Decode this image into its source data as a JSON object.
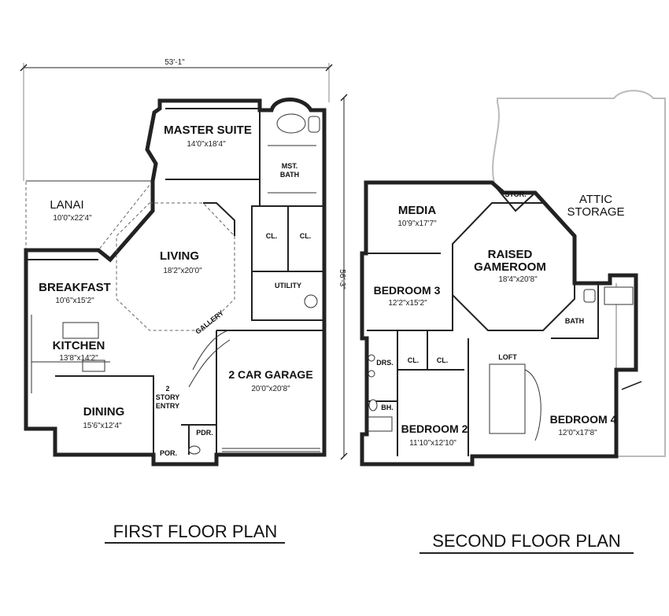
{
  "first_floor": {
    "caption": "FIRST FLOOR PLAN",
    "overall_width": "53'-1\"",
    "overall_depth": "56'-3\"",
    "rooms": {
      "master_suite": {
        "name": "MASTER SUITE",
        "size": "14'0\"x18'4\""
      },
      "mst_bath": {
        "line1": "MST.",
        "line2": "BATH"
      },
      "closet_a": {
        "name": "CL."
      },
      "closet_b": {
        "name": "CL."
      },
      "lanai": {
        "name": "LANAI",
        "size": "10'0\"x22'4\""
      },
      "living": {
        "name": "LIVING",
        "size": "18'2\"x20'0\""
      },
      "utility": {
        "name": "UTILITY"
      },
      "breakfast": {
        "name": "BREAKFAST",
        "size": "10'6\"x15'2\""
      },
      "gallery": {
        "name": "GALLERY"
      },
      "kitchen": {
        "name": "KITCHEN",
        "size": "13'8\"x14'2\""
      },
      "garage": {
        "name": "2 CAR GARAGE",
        "size": "20'0\"x20'8\""
      },
      "dining": {
        "name": "DINING",
        "size": "15'6\"x12'4\""
      },
      "entry": {
        "line1": "2",
        "line2": "STORY",
        "line3": "ENTRY"
      },
      "powder": {
        "name": "PDR."
      },
      "porch": {
        "name": "POR."
      }
    }
  },
  "second_floor": {
    "caption": "SECOND FLOOR PLAN",
    "rooms": {
      "media": {
        "name": "MEDIA",
        "size": "10'9\"x17'7\""
      },
      "storage": {
        "name": "STOR."
      },
      "attic": {
        "line1": "ATTIC",
        "line2": "STORAGE"
      },
      "gameroom": {
        "line1": "RAISED",
        "line2": "GAMEROOM",
        "size": "18'4\"x20'8\""
      },
      "bedroom3": {
        "name": "BEDROOM 3",
        "size": "12'2\"x15'2\""
      },
      "bath": {
        "name": "BATH"
      },
      "drs": {
        "name": "DRS."
      },
      "closet_a": {
        "name": "CL."
      },
      "closet_b": {
        "name": "CL."
      },
      "loft": {
        "name": "LOFT"
      },
      "hall_bath": {
        "name": "BH."
      },
      "bedroom2": {
        "name": "BEDROOM 2",
        "size": "11'10\"x12'10\""
      },
      "bedroom4": {
        "name": "BEDROOM 4",
        "size": "12'0\"x17'8\""
      }
    }
  }
}
